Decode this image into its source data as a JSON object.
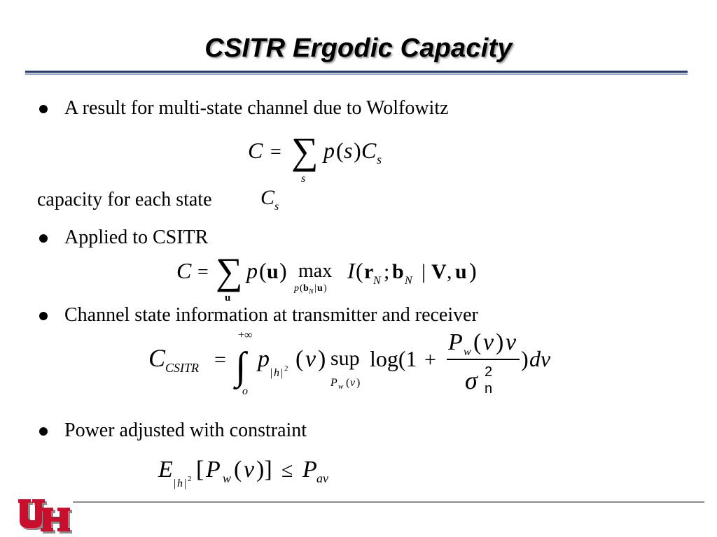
{
  "slide": {
    "title": "CSITR Ergodic Capacity",
    "bullets": [
      "A result for multi-state channel due to Wolfowitz",
      "Applied to CSITR",
      "Channel state information at transmitter and receiver",
      "Power adjusted with constraint"
    ],
    "line_capacity": "capacity for each state"
  },
  "logo": {
    "icon": "university-of-houston-uh-logo",
    "colors": {
      "red": "#c8102e",
      "shadow": "#8a8a8a"
    }
  },
  "colors": {
    "title_rule": "#1f3c88",
    "title_rule_light": "#8fa3cf",
    "footer_rule": "#8c8c8c"
  }
}
